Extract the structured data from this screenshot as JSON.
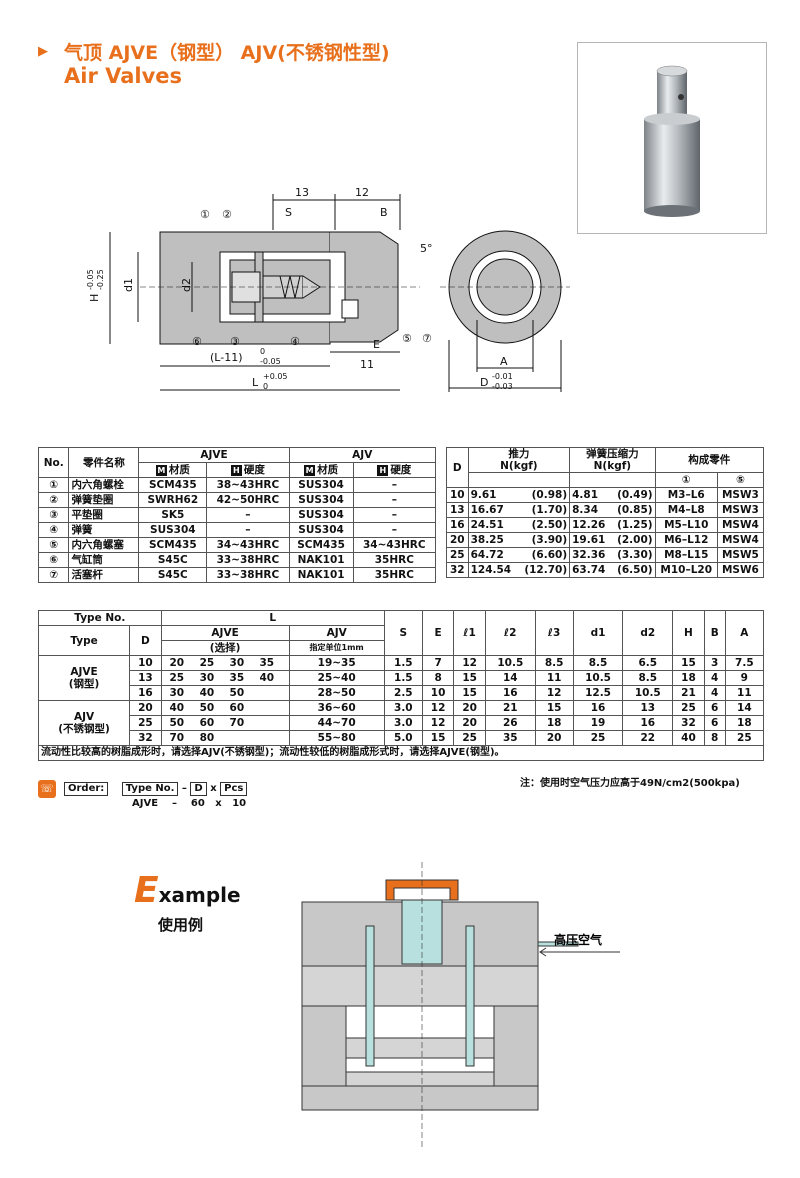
{
  "header": {
    "title_cn": "气顶 AJVE（钢型） AJV(不锈钢性型)",
    "title_en": "Air Valves"
  },
  "drawing": {
    "dims": {
      "d13": "13",
      "d12": "12",
      "S": "S",
      "B": "B",
      "angle": "5°",
      "d1": "d1",
      "d2": "d2",
      "H": "H",
      "H_tol_top": "-0.05",
      "H_tol_bot": "-0.25",
      "E": "E",
      "d11": "11",
      "L11": "(L-11)",
      "L11_tol_top": "0",
      "L11_tol_bot": "-0.05",
      "L": "L",
      "L_tol_top": "+0.05",
      "L_tol_bot": "0",
      "A": "A",
      "D": "D",
      "D_tol_top": "-0.01",
      "D_tol_bot": "-0.03"
    },
    "callouts": [
      "①",
      "②",
      "③",
      "④",
      "⑤",
      "⑥",
      "⑦"
    ]
  },
  "parts_table": {
    "h_no": "No.",
    "h_name": "零件名称",
    "h_ajve": "AJVE",
    "h_ajv": "AJV",
    "h_mat": "材质",
    "h_hard": "硬度",
    "m": "M",
    "h": "H",
    "rows": [
      [
        "①",
        "内六角螺栓",
        "SCM435",
        "38~43HRC",
        "SUS304",
        "–"
      ],
      [
        "②",
        "弹簧垫圈",
        "SWRH62",
        "42~50HRC",
        "SUS304",
        "–"
      ],
      [
        "③",
        "平垫圈",
        "SK5",
        "–",
        "SUS304",
        "–"
      ],
      [
        "④",
        "弹簧",
        "SUS304",
        "–",
        "SUS304",
        "–"
      ],
      [
        "⑤",
        "内六角螺塞",
        "SCM435",
        "34~43HRC",
        "SCM435",
        "34~43HRC"
      ],
      [
        "⑥",
        "气缸筒",
        "S45C",
        "33~38HRC",
        "NAK101",
        "35HRC"
      ],
      [
        "⑦",
        "活塞杆",
        "S45C",
        "33~38HRC",
        "NAK101",
        "35HRC"
      ]
    ]
  },
  "force_table": {
    "h_D": "D",
    "h_force": "推力",
    "h_force_unit": "N(kgf)",
    "h_spring": "弹簧压缩力",
    "h_spring_unit": "N(kgf)",
    "h_parts": "构成零件",
    "h_p1": "①",
    "h_p5": "⑤",
    "rows": [
      [
        "10",
        "9.61",
        "(0.98)",
        "4.81",
        "(0.49)",
        "M3–L6",
        "MSW3"
      ],
      [
        "13",
        "16.67",
        "(1.70)",
        "8.34",
        "(0.85)",
        "M4–L8",
        "MSW3"
      ],
      [
        "16",
        "24.51",
        "(2.50)",
        "12.26",
        "(1.25)",
        "M5–L10",
        "MSW4"
      ],
      [
        "20",
        "38.25",
        "(3.90)",
        "19.61",
        "(2.00)",
        "M6–L12",
        "MSW4"
      ],
      [
        "25",
        "64.72",
        "(6.60)",
        "32.36",
        "(3.30)",
        "M8–L15",
        "MSW5"
      ],
      [
        "32",
        "124.54",
        "(12.70)",
        "63.74",
        "(6.50)",
        "M10–L20",
        "MSW6"
      ]
    ]
  },
  "spec_table": {
    "h_typeno": "Type No.",
    "h_L": "L",
    "h_type": "Type",
    "h_D": "D",
    "h_ajve": "AJVE",
    "h_ajve_sub": "(选择)",
    "h_ajv": "AJV",
    "h_ajv_sub": "指定单位1mm",
    "cols": [
      "S",
      "E",
      "ℓ1",
      "ℓ2",
      "ℓ3",
      "d1",
      "d2",
      "H",
      "B",
      "A"
    ],
    "type_ajve": "AJVE",
    "type_ajve_sub": "(钢型)",
    "type_ajv": "AJV",
    "type_ajv_sub": "(不锈钢型)",
    "rows": [
      {
        "D": "10",
        "ajve": [
          "20",
          "25",
          "30",
          "35",
          ""
        ],
        "ajv": "19~35",
        "v": [
          "1.5",
          "7",
          "12",
          "10.5",
          "8.5",
          "8.5",
          "6.5",
          "15",
          "3",
          "7.5"
        ]
      },
      {
        "D": "13",
        "ajve": [
          "25",
          "30",
          "35",
          "40",
          ""
        ],
        "ajv": "25~40",
        "v": [
          "1.5",
          "8",
          "15",
          "14",
          "11",
          "10.5",
          "8.5",
          "18",
          "4",
          "9"
        ]
      },
      {
        "D": "16",
        "ajve": [
          "30",
          "40",
          "50",
          "",
          ""
        ],
        "ajv": "28~50",
        "v": [
          "2.5",
          "10",
          "15",
          "16",
          "12",
          "12.5",
          "10.5",
          "21",
          "4",
          "11"
        ]
      },
      {
        "D": "20",
        "ajve": [
          "40",
          "50",
          "60",
          "",
          ""
        ],
        "ajv": "36~60",
        "v": [
          "3.0",
          "12",
          "20",
          "21",
          "15",
          "16",
          "13",
          "25",
          "6",
          "14"
        ]
      },
      {
        "D": "25",
        "ajve": [
          "50",
          "60",
          "70",
          "",
          ""
        ],
        "ajv": "44~70",
        "v": [
          "3.0",
          "12",
          "20",
          "26",
          "18",
          "19",
          "16",
          "32",
          "6",
          "18"
        ]
      },
      {
        "D": "32",
        "ajve": [
          "70",
          "80",
          "",
          "",
          ""
        ],
        "ajv": "55~80",
        "v": [
          "5.0",
          "15",
          "25",
          "35",
          "20",
          "25",
          "22",
          "40",
          "8",
          "25"
        ]
      }
    ],
    "footnote": "流动性比较高的树脂成形时，请选择AJV(不锈钢型)；流动性较低的树脂成形式时，请选择AJVE(钢型)。"
  },
  "note": "注：使用时空气压力应高于49N/cm2(500kpa)",
  "order": {
    "label": "Order:",
    "f1": "Type No.",
    "sep1": "–",
    "f2": "D",
    "x": "x",
    "f3": "Pcs",
    "ex1": "AJVE",
    "ex_sep": "–",
    "ex2": "60",
    "ex_x": "x",
    "ex3": "10"
  },
  "example": {
    "big_E": "E",
    "word": "xample",
    "cn": "使用例",
    "air_label": "高压空气"
  }
}
